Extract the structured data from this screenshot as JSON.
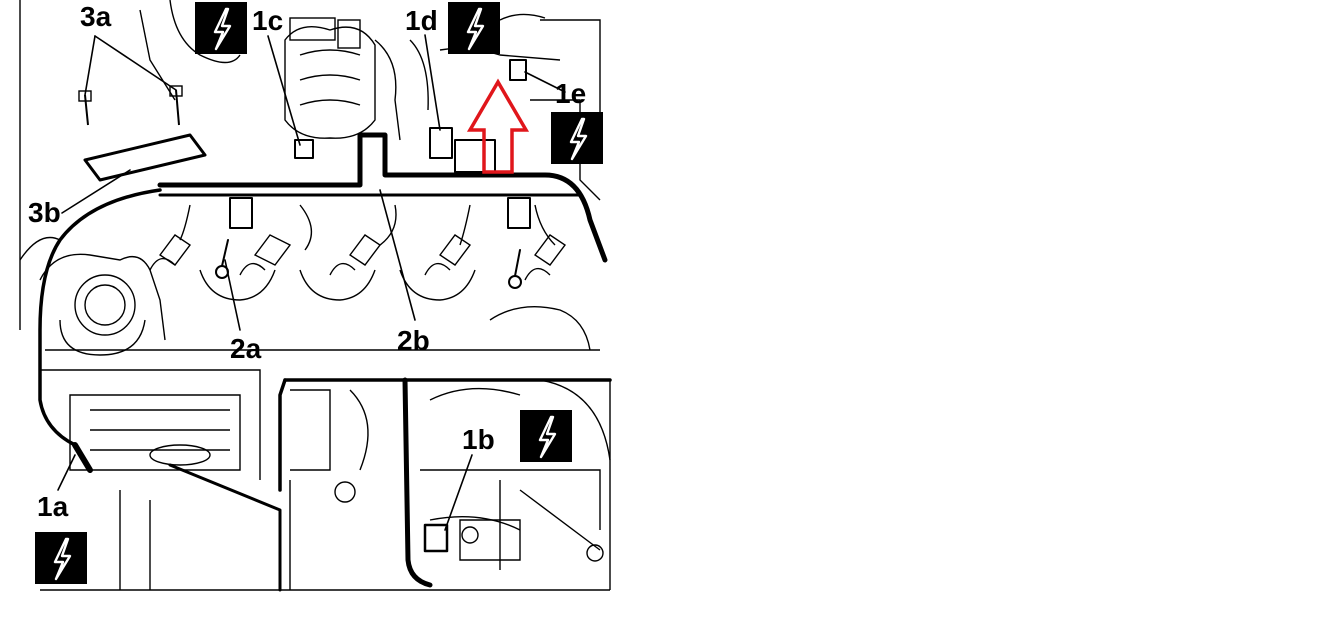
{
  "diagram": {
    "labels": {
      "l1a": "1a",
      "l1b": "1b",
      "l1c": "1c",
      "l1d": "1d",
      "l1e": "1e",
      "l2a": "2a",
      "l2b": "2b",
      "l3a": "3a",
      "l3b": "3b"
    },
    "icons": {
      "electrical_warning": "lightning-bolt-icon",
      "removal_direction": "up-arrow-icon"
    },
    "colors": {
      "line": "#000000",
      "arrow": "#e0161b",
      "icon_bg": "#000000",
      "icon_fg": "#ffffff"
    }
  }
}
